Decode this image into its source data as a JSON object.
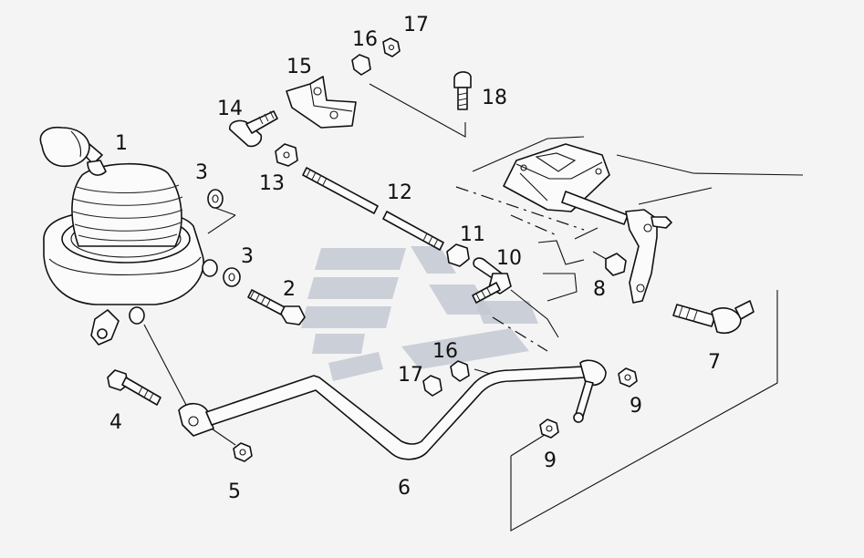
{
  "diagram": {
    "labels": [
      {
        "id": "l1",
        "text": "1"
      },
      {
        "id": "l2",
        "text": "2"
      },
      {
        "id": "l3a",
        "text": "3"
      },
      {
        "id": "l3b",
        "text": "3"
      },
      {
        "id": "l4",
        "text": "4"
      },
      {
        "id": "l5",
        "text": "5"
      },
      {
        "id": "l6",
        "text": "6"
      },
      {
        "id": "l7",
        "text": "7"
      },
      {
        "id": "l8",
        "text": "8"
      },
      {
        "id": "l9a",
        "text": "9"
      },
      {
        "id": "l9b",
        "text": "9"
      },
      {
        "id": "l10",
        "text": "10"
      },
      {
        "id": "l11",
        "text": "11"
      },
      {
        "id": "l12",
        "text": "12"
      },
      {
        "id": "l13",
        "text": "13"
      },
      {
        "id": "l14",
        "text": "14"
      },
      {
        "id": "l15",
        "text": "15"
      },
      {
        "id": "l16a",
        "text": "16"
      },
      {
        "id": "l16b",
        "text": "16"
      },
      {
        "id": "l17a",
        "text": "17"
      },
      {
        "id": "l17b",
        "text": "17"
      },
      {
        "id": "l18",
        "text": "18"
      }
    ]
  },
  "colors": {
    "background": "#f4f4f4",
    "line": "#111111",
    "watermark": "#c3c8d2"
  }
}
